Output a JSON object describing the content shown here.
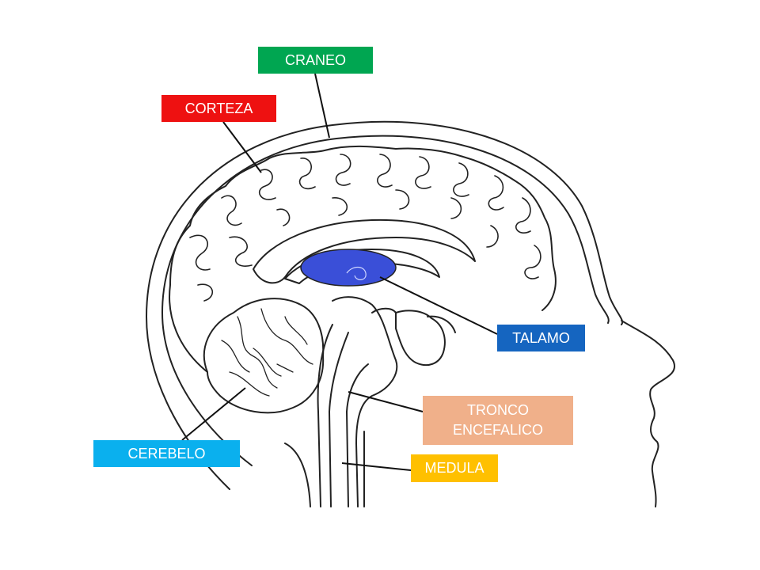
{
  "labels": {
    "craneo": {
      "text": "CRANEO",
      "color": "#00a651"
    },
    "corteza": {
      "text": "CORTEZA",
      "color": "#ee1111"
    },
    "talamo": {
      "text": "TALAMO",
      "color": "#1565c0"
    },
    "tronco": {
      "line1": "TRONCO",
      "line2": "ENCEFALICO",
      "color": "#f0b08a"
    },
    "cerebelo": {
      "text": "CEREBELO",
      "color": "#0ab0ee"
    },
    "medula": {
      "text": "MEDULA",
      "color": "#ffc000"
    }
  },
  "colors": {
    "thalamus_fill": "#3a4fd8",
    "outline": "#222222"
  }
}
